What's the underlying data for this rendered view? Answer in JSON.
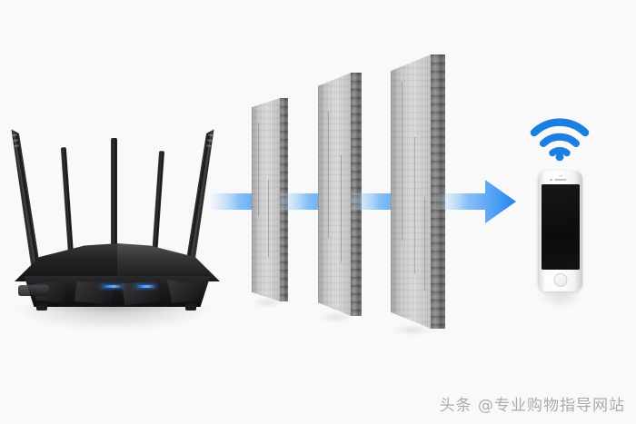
{
  "scene": {
    "background_color": "#f9f9f9",
    "description": "Wi-Fi router signal penetrating three concrete walls to reach a smartphone"
  },
  "router": {
    "label": "wireless-router",
    "body_color": "#1a1a1c",
    "antenna_count": 5,
    "led_color": "#2f8bff",
    "led_count": 2
  },
  "walls": [
    {
      "label": "concrete-wall-1",
      "order": 1,
      "face_color": "#c9c9c9",
      "edge_color": "#6f6f6f"
    },
    {
      "label": "concrete-wall-2",
      "order": 2,
      "face_color": "#c9c9c9",
      "edge_color": "#6f6f6f"
    },
    {
      "label": "concrete-wall-3",
      "order": 3,
      "face_color": "#c9c9c9",
      "edge_color": "#6f6f6f"
    }
  ],
  "arrows": {
    "count": 4,
    "color_solid": "#1e84f0",
    "color_fade": "#a9d4fb",
    "direction": "right"
  },
  "wifi_icon": {
    "label": "wifi-signal",
    "color": "#1b7fe0",
    "arc_count": 3
  },
  "phone": {
    "label": "smartphone",
    "bezel_color": "#ffffff",
    "screen_color": "#111114",
    "screen_state": "off"
  },
  "watermark": {
    "text": "头条 @专业购物指导网站",
    "color": "#787878"
  }
}
